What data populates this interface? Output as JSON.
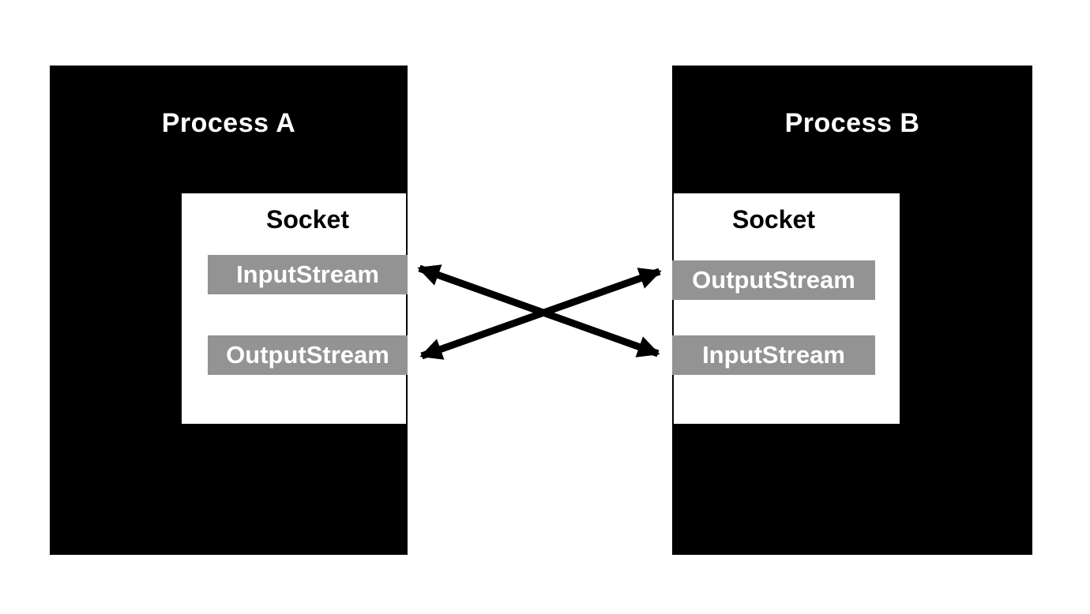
{
  "page": {
    "background": "#ffffff"
  },
  "colors": {
    "process_fill": "#000000",
    "process_title_text": "#ffffff",
    "socket_fill": "#ffffff",
    "socket_border": "#000000",
    "socket_title_text": "#000000",
    "stream_bar_fill": "#939393",
    "stream_bar_text": "#ffffff",
    "arrow": "#000000"
  },
  "processes": {
    "a": {
      "title": "Process A",
      "socket_title": "Socket",
      "streams": [
        {
          "label": "InputStream"
        },
        {
          "label": "OutputStream"
        }
      ]
    },
    "b": {
      "title": "Process B",
      "socket_title": "Socket",
      "streams": [
        {
          "label": "OutputStream"
        },
        {
          "label": "InputStream"
        }
      ]
    }
  },
  "connections": [
    {
      "from": "process-a-input-stream",
      "to": "process-b-input-stream",
      "style": "double-headed-arrow"
    },
    {
      "from": "process-a-output-stream",
      "to": "process-b-output-stream",
      "style": "double-headed-arrow"
    }
  ]
}
